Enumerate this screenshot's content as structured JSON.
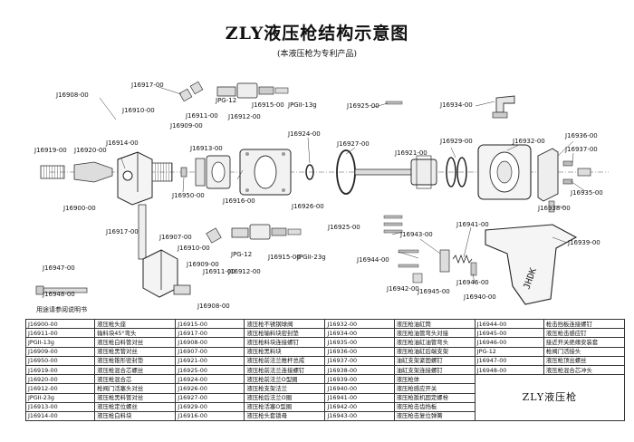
{
  "header": {
    "title": "ZLY液压枪结构示意图",
    "subtitle": "(本液压枪为专利产品)"
  },
  "callouts": [
    {
      "id": "l_16908",
      "text": "J16908-00"
    },
    {
      "id": "l_16917a",
      "text": "J16917-00"
    },
    {
      "id": "l_16910a",
      "text": "J16910-00"
    },
    {
      "id": "l_16911a",
      "text": "J16911-00"
    },
    {
      "id": "l_16909a",
      "text": "J16909-00"
    },
    {
      "id": "l_jpg12a",
      "text": "JPG-12"
    },
    {
      "id": "l_16912a",
      "text": "J16912-00"
    },
    {
      "id": "l_16915a",
      "text": "J16915-00"
    },
    {
      "id": "l_jpgii13",
      "text": "JPGII-13g"
    },
    {
      "id": "l_16914",
      "text": "J16914-00"
    },
    {
      "id": "l_16925",
      "text": "J16925-00"
    },
    {
      "id": "l_16934",
      "text": "J16934-00"
    },
    {
      "id": "l_16919",
      "text": "J16919-00"
    },
    {
      "id": "l_16920",
      "text": "J16920-00"
    },
    {
      "id": "l_16900",
      "text": "J16900-00"
    },
    {
      "id": "l_16913",
      "text": "J16913-00"
    },
    {
      "id": "l_16950",
      "text": "J16950-00"
    },
    {
      "id": "l_16916",
      "text": "J16916-00"
    },
    {
      "id": "l_16924",
      "text": "J16924-00"
    },
    {
      "id": "l_16927",
      "text": "J16927-00"
    },
    {
      "id": "l_16926",
      "text": "J16926-00"
    },
    {
      "id": "l_16921",
      "text": "J16921-00"
    },
    {
      "id": "l_16929",
      "text": "J16929-00"
    },
    {
      "id": "l_16932",
      "text": "J16932-00"
    },
    {
      "id": "l_16936",
      "text": "J16936-00"
    },
    {
      "id": "l_16937",
      "text": "J16937-00"
    },
    {
      "id": "l_16935",
      "text": "J16935-00"
    },
    {
      "id": "l_16938",
      "text": "J16938-00"
    },
    {
      "id": "l_16917b",
      "text": "J16917-00"
    },
    {
      "id": "l_16907",
      "text": "J16907-00"
    },
    {
      "id": "l_16910b",
      "text": "J16910-00"
    },
    {
      "id": "l_16909b",
      "text": "J16909-00"
    },
    {
      "id": "l_jpg12b",
      "text": "JPG-12"
    },
    {
      "id": "l_16911b",
      "text": "J16911-00"
    },
    {
      "id": "l_16912b",
      "text": "J16912-00"
    },
    {
      "id": "l_16915b",
      "text": "J16915-00"
    },
    {
      "id": "l_jpgii23",
      "text": "JPGII-23g"
    },
    {
      "id": "l_16925b",
      "text": "J16925-00"
    },
    {
      "id": "l_16941",
      "text": "J16941-00"
    },
    {
      "id": "l_16943",
      "text": "J16943-00"
    },
    {
      "id": "l_16939",
      "text": "J16939-00"
    },
    {
      "id": "l_16944",
      "text": "J16944-00"
    },
    {
      "id": "l_16946",
      "text": "J16946-00"
    },
    {
      "id": "l_16940",
      "text": "J16940-00"
    },
    {
      "id": "l_16942",
      "text": "J16942-00"
    },
    {
      "id": "l_16945",
      "text": "J16945-00"
    },
    {
      "id": "l_16947",
      "text": "J16947-00"
    },
    {
      "id": "l_16948",
      "text": "J16948-00"
    },
    {
      "id": "l_manual",
      "text": "用途请参阅说明书"
    },
    {
      "id": "l_16908b",
      "text": "J16908-00"
    }
  ],
  "gun_brand": "JHDK",
  "parts_table": {
    "columns": [
      [
        [
          "J16900-00",
          "液压枪头座"
        ],
        [
          "J16911-00",
          "输料块45°弯头"
        ],
        [
          "JPGII-13g",
          "液压枪白料管对丝"
        ],
        [
          "J16909-00",
          "液压枪黑管对丝"
        ],
        [
          "J16950-00",
          "液压枪锥形密封垫"
        ],
        [
          "J16919-00",
          "液压枪混合芯螺丝"
        ],
        [
          "J16920-00",
          "液压枪混合芯"
        ],
        [
          "J16912-00",
          "枪阀门活塞头对丝"
        ],
        [
          "JPGII-23g",
          "液压枪黑料管对丝"
        ],
        [
          "J16913-00",
          "液压枪定位螺丝"
        ],
        [
          "J16914-00",
          "液压枪白料块"
        ]
      ],
      [
        [
          "J16915-00",
          "液压枪不锈钢球阀"
        ],
        [
          "J16917-00",
          "液压枪输料块密封垫"
        ],
        [
          "J16908-00",
          "液压枪料块连接螺钉"
        ],
        [
          "J16907-00",
          "液压枪黑料块"
        ],
        [
          "J16921-00",
          "液压枪前法兰推杆总成"
        ],
        [
          "J16925-00",
          "液压枪前法兰连接螺钉"
        ],
        [
          "J16924-00",
          "液压枪前法兰O型圈"
        ],
        [
          "J16926-00",
          "液压枪支架法兰"
        ],
        [
          "J16927-00",
          "液压枪后法兰O圈"
        ],
        [
          "J16929-00",
          "液压枪活塞O型圈"
        ],
        [
          "J16916-00",
          "液压枪头套锁母"
        ]
      ],
      [
        [
          "J16932-00",
          "液压枪油缸筒"
        ],
        [
          "J16934-00",
          "液压枪油管弯头对接"
        ],
        [
          "J16935-00",
          "液压枪油缸油管弯头"
        ],
        [
          "J16936-00",
          "液压枪油缸后端支架"
        ],
        [
          "J16937-00",
          "油缸支架紧固螺钉"
        ],
        [
          "J16938-00",
          "油缸支架连接螺钉"
        ],
        [
          "J16939-00",
          "液压枪体"
        ],
        [
          "J16940-00",
          "液压枪感应开关"
        ],
        [
          "J16941-00",
          "液压枪扳机固定螺栓"
        ],
        [
          "J16942-00",
          "液压枪击齿挡板"
        ],
        [
          "J16943-00",
          "液压枪击复位弹簧"
        ]
      ],
      [
        [
          "J16944-00",
          "枪击挡板连接螺钉"
        ],
        [
          "J16945-00",
          "液压枪击感应钉"
        ],
        [
          "J16946-00",
          "接近开关绝缘安装套"
        ],
        [
          "JPG-12",
          "枪阀门活接头"
        ],
        [
          "J16947-00",
          "液压枪顶出螺丝"
        ],
        [
          "J16948-00",
          "液压枪混合芯冲头"
        ],
        [
          "",
          ""
        ],
        [
          "",
          ""
        ],
        [
          "",
          ""
        ],
        [
          "",
          ""
        ],
        [
          "",
          ""
        ]
      ]
    ],
    "brand_cell": "ZLY液压枪"
  }
}
